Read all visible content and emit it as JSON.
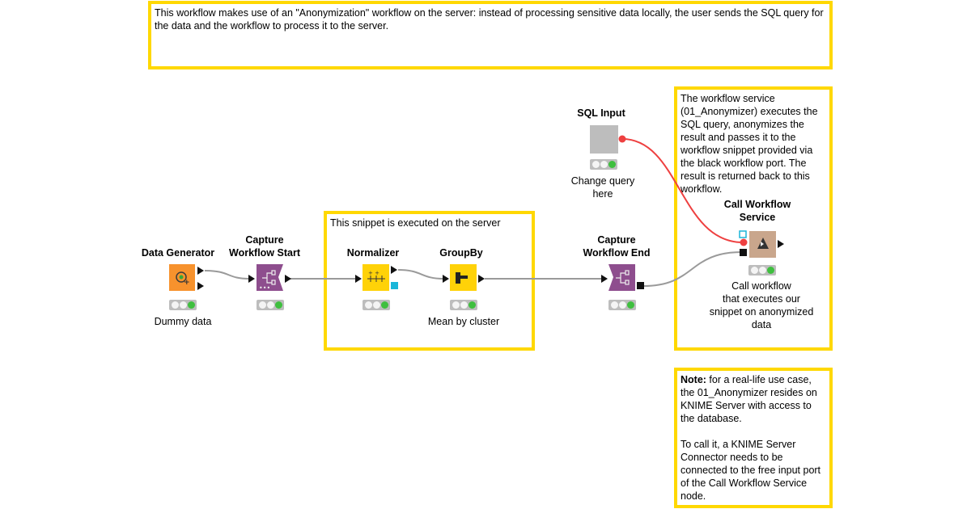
{
  "annotations": {
    "top": "This workflow makes use of an \"Anonymization\" workflow on the server: instead of processing sensitive data locally, the user sends the SQL query for the data and the workflow to process it to the server.",
    "snippet": "This snippet is executed on the server",
    "service": " The  workflow service\n(01_Anonymizer)  executes the\nSQL query, anonymizes the\nresult and passes it to the\nworkflow snippet provided  via\nthe black workflow port. The\nresult is returned back to this\nworkflow.",
    "note_bold": "Note:",
    "note_rest": " for a real-life use case,\nthe 01_Anonymizer resides on\nKNIME Server with access to\nthe database.\n\nTo call it, a KNIME Server\nConnector needs to be\nconnected to the free input port\nof the Call Workflow Service\nnode."
  },
  "nodes": {
    "data_generator": {
      "title": "Data Generator",
      "sub": "Dummy data",
      "color": "#f7922d"
    },
    "capture_start": {
      "title": "Capture\nWorkflow Start",
      "sub": "",
      "color": "#8e4e8e"
    },
    "normalizer": {
      "title": "Normalizer",
      "sub": "",
      "color": "#ffd208"
    },
    "groupby": {
      "title": "GroupBy",
      "sub": "Mean by cluster",
      "color": "#ffd208"
    },
    "capture_end": {
      "title": "Capture\nWorkflow End",
      "sub": "",
      "color": "#8e4e8e"
    },
    "sql_input": {
      "title": "SQL Input",
      "sub": "Change query\nhere",
      "color": "#bdbdbd"
    },
    "call_service": {
      "title": "Call Workflow\nService",
      "sub": "Call workflow\nthat executes our\nsnippet on anonymized\ndata",
      "color": "#c9a68c"
    }
  },
  "colors": {
    "annotation_border": "#ffd800",
    "connection": "#9a9a9a",
    "flow_variable_connection": "#ee4040",
    "status_green": "#3fbf3f"
  }
}
